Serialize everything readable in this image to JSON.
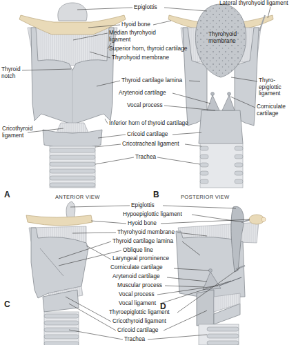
{
  "diagram": {
    "labels": [
      "Epiglottis",
      "Lateral thyrohyoid ligament",
      "Hyoid bone",
      "Median thyrohyoid ligament",
      "Thyrohyoid membrane",
      "Superior horn, thyroid cartilage",
      "Thyrohyoid membrane",
      "Thyroid notch",
      "Thyroid cartilage lamina",
      "Thyro- epiglottic ligament",
      "Arytenoid cartilage",
      "Corniculate cartilage",
      "Vocal process",
      "Inferior horn of thyroid cartilage",
      "Cricothyroid ligament",
      "Cricoid cartilage",
      "Cricotracheal ligament",
      "Trachea",
      "A",
      "ANTERIOR VIEW",
      "POSTERIOR VIEW",
      "B",
      "Epiglottis",
      "Hypoepiglottic ligament",
      "Hyoid bone",
      "Thyrohyoid membrane",
      "Thyroid cartilage lamina",
      "Oblique line",
      "Laryngeal prominence",
      "Corniculate cartilage",
      "Arytenoid cartilage",
      "Muscular process",
      "Vocal process",
      "Vocal ligament",
      "Thyroepiglottic ligament",
      "Cricothyroid ligament",
      "Cricoid cartilage",
      "Trachea",
      "C",
      "D"
    ]
  }
}
